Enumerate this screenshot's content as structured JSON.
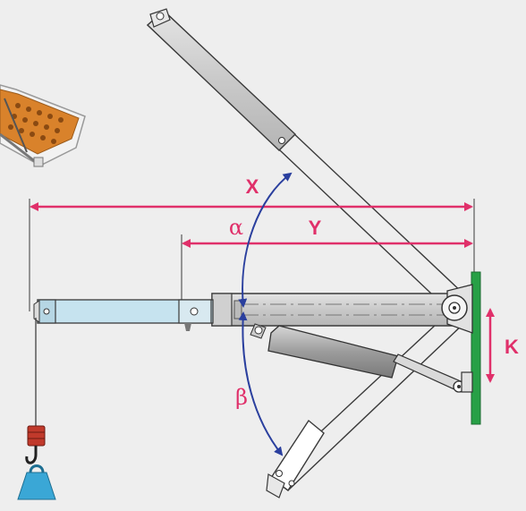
{
  "labels": {
    "x": "X",
    "y": "Y",
    "k": "K",
    "alpha": "α",
    "beta": "β"
  },
  "colors": {
    "background": "#eeeeee",
    "dimension": "#e0306a",
    "angle": "#2a3f9e",
    "wall_plate": "#27a046",
    "extension": "#c6e3ef",
    "boom": "#d3d3d3",
    "outline": "#3a3a3a",
    "hook_block": "#c0392b",
    "weight": "#3aa7d6"
  },
  "icons": {
    "tray": "tray-icon",
    "hook": "hook-icon",
    "weight": "weight-icon",
    "pulley": "pulley-icon"
  }
}
